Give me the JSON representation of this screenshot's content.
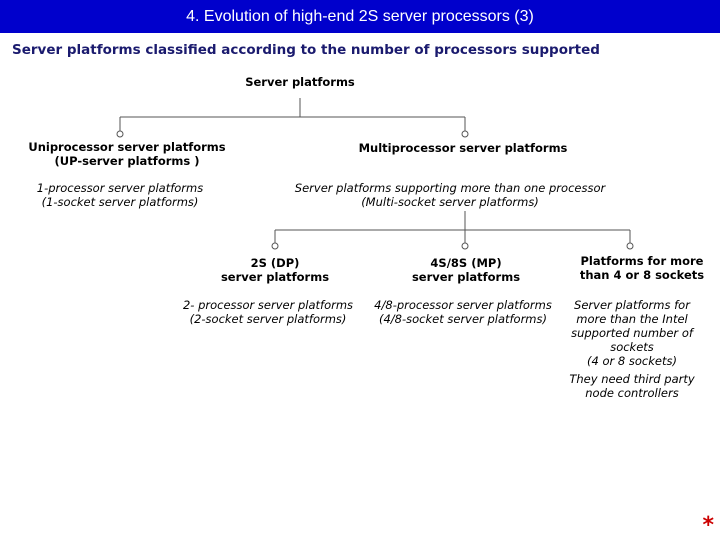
{
  "header": {
    "title": "4. Evolution of high-end 2S server processors (3)"
  },
  "subtitle": "Server platforms classified according to the number of processors supported",
  "tree": {
    "root": "Server platforms",
    "up": {
      "title_1": "Uniprocessor  server platforms",
      "title_2": "(UP-server platforms )",
      "desc_1": "1-processor server platforms",
      "desc_2": "(1-socket server platforms)"
    },
    "mp": {
      "title": "Multiprocessor server platforms",
      "desc_1": "Server platforms supporting more than one processor",
      "desc_2": "(Multi-socket server platforms)"
    },
    "dp": {
      "title_1": "2S (DP)",
      "title_2": "server platforms",
      "desc_1": "2- processor server platforms",
      "desc_2": "(2-socket server platforms)"
    },
    "s48": {
      "title_1": "4S/8S (MP)",
      "title_2": "server platforms",
      "desc_1": "4/8-processor server platforms",
      "desc_2": "(4/8-socket server platforms)"
    },
    "more": {
      "title_1": "Platforms for more",
      "title_2": "than 4 or 8 sockets",
      "desc_1": "Server platforms for",
      "desc_2": "more than the Intel",
      "desc_3": "supported number of",
      "desc_4": "sockets",
      "desc_5": "(4 or 8 sockets)",
      "note_1": "They need third party",
      "note_2": "node controllers"
    }
  },
  "footer": {
    "marker": "*"
  },
  "colors": {
    "title_bar": "#0000cc",
    "title_text": "#ffffff",
    "subtitle": "#1a1a6e",
    "accent": "#cc0000"
  }
}
